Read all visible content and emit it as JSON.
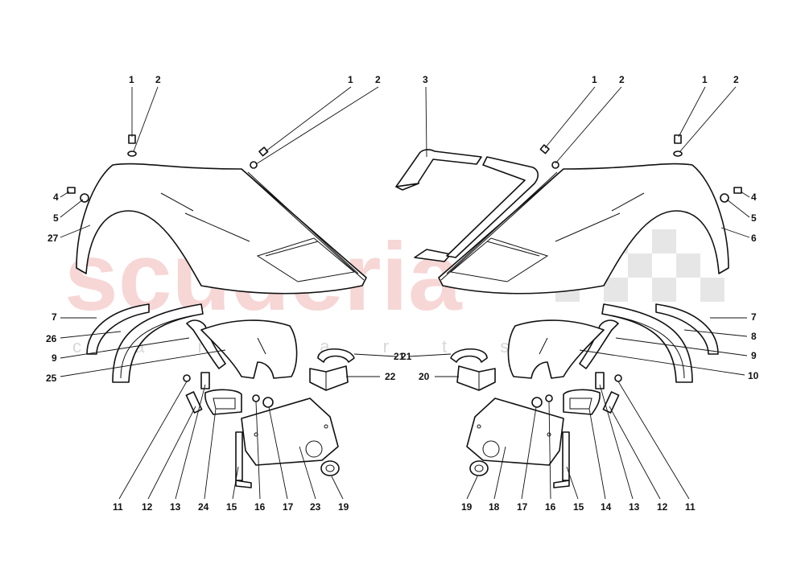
{
  "watermark": {
    "brand": "scuderia",
    "sub": "c a r   p a r t s"
  },
  "callouts": {
    "l1a": "1",
    "l2a": "2",
    "l1b": "1",
    "l2b": "2",
    "l3": "3",
    "l4": "4",
    "l5": "5",
    "l27": "27",
    "l7": "7",
    "l26": "26",
    "l9": "9",
    "l25": "25",
    "l21": "21",
    "l22": "22",
    "lb11": "11",
    "lb12": "12",
    "lb13": "13",
    "lb24": "24",
    "lb15": "15",
    "lb16": "16",
    "lb17": "17",
    "lb23": "23",
    "lb19": "19",
    "r1a": "1",
    "r2a": "2",
    "r1b": "1",
    "r2b": "2",
    "r4": "4",
    "r5": "5",
    "r6": "6",
    "r7": "7",
    "r8": "8",
    "r9": "9",
    "r10": "10",
    "r21": "21",
    "r20": "20",
    "rb19": "19",
    "rb18": "18",
    "rb17": "17",
    "rb16": "16",
    "rb15": "15",
    "rb14": "14",
    "rb13": "13",
    "rb12": "12",
    "rb11": "11"
  }
}
